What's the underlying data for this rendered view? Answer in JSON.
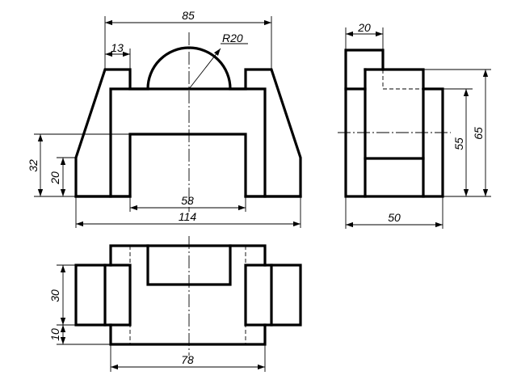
{
  "drawing": {
    "title": "",
    "dimensions": {
      "front_total_height": "85",
      "front_foot_width": "13",
      "front_arc_radius": "R20",
      "front_left_height_outer": "32",
      "front_left_height_inner": "20",
      "front_slot_width": "58",
      "front_total_width": "114",
      "side_step_width": "20",
      "side_inner_height": "55",
      "side_total_height": "65",
      "side_total_width": "50",
      "top_lug_depth": "30",
      "top_flange_depth": "10",
      "top_body_width": "78"
    }
  }
}
